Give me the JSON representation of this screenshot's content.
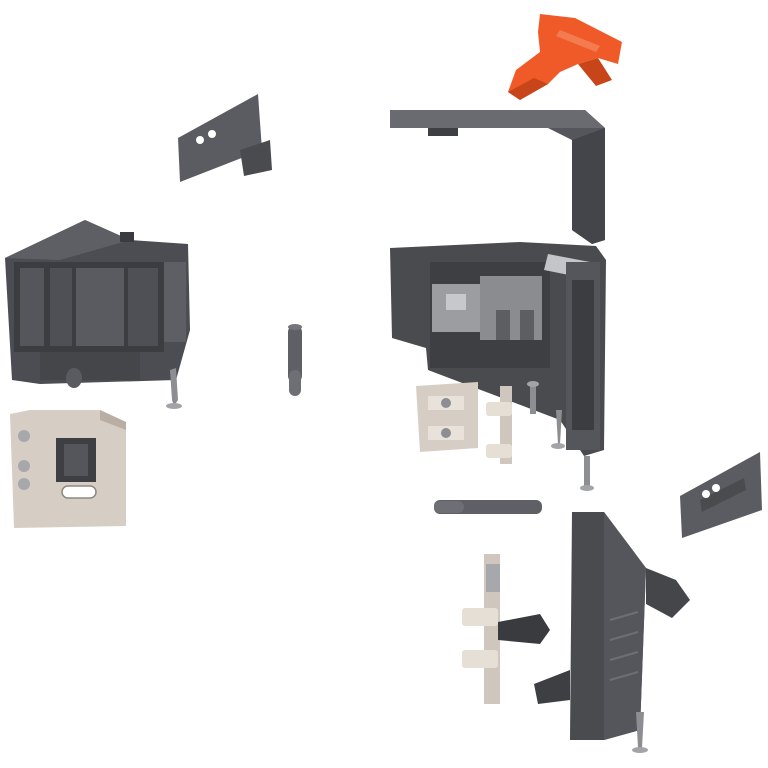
{
  "colors": {
    "background": "#ffffff",
    "housing_dark": "#4a4b4f",
    "housing_mid": "#5c5d62",
    "housing_light": "#6e6f74",
    "housing_shadow": "#3a3b3e",
    "metal_plate": "#d6cec4",
    "metal_plate_edge": "#b8aea3",
    "metal_grey": "#a7a8ab",
    "screw": "#8d8e92",
    "accent_orange": "#f05a28",
    "accent_orange_dark": "#c8451a"
  },
  "parts": [
    "orange-mounting-clip",
    "corner-cover-cap",
    "small-angle-bracket-top",
    "left-actuator-housing",
    "adapter-plate-left",
    "screw-left",
    "guide-pin-vertical",
    "right-actuator-housing",
    "adapter-plate-center",
    "adapter-plate-vertical",
    "screw-center-a",
    "screw-center-b",
    "screw-center-c",
    "guide-pin-horizontal",
    "small-angle-bracket-right",
    "front-cover-housing",
    "adapter-plate-lower",
    "screw-bottom"
  ]
}
